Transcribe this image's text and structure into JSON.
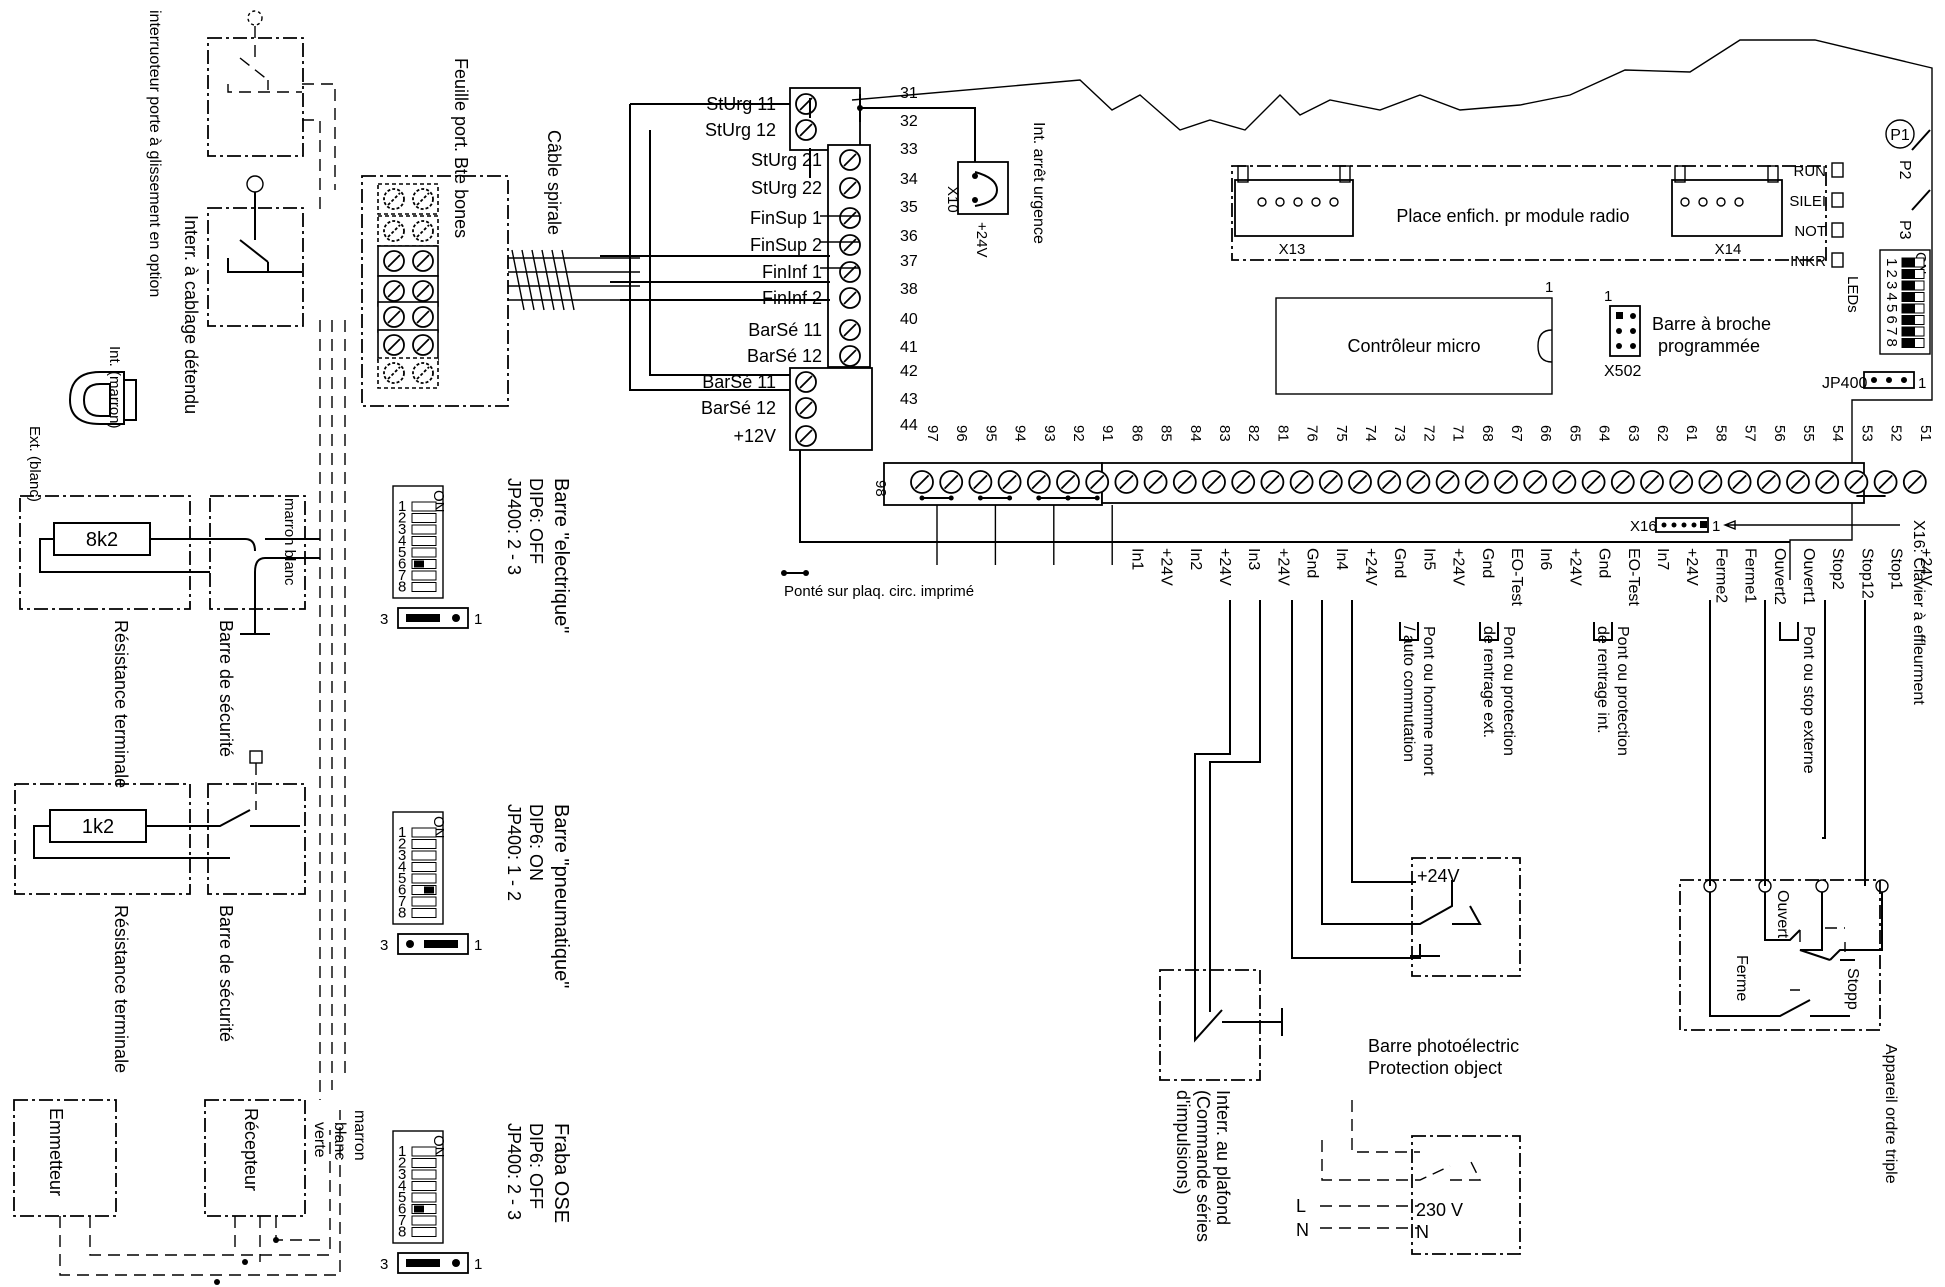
{
  "options": {
    "slide_switch": "interruoteur porte à glissement en option",
    "feuille_port": "Feuille port. Bte bones",
    "cable_spirale": "Câble spirale",
    "interr_cablage": "Interr. à cablage détendu",
    "int_marron": "Int. (marron)",
    "ext_blanc": "Ext. (blanc)"
  },
  "left_resistors": {
    "r1": "8k2",
    "r2": "1k2",
    "terminal_label": "Résistance terminale",
    "safety_label": "Barre de sécurité",
    "marron_blanc": "marron blanc"
  },
  "emitter": {
    "emmetteur": "Emmetteur",
    "recepteur": "Récepteur",
    "wires": [
      "marron",
      "blanc",
      "verte"
    ]
  },
  "modes": [
    {
      "title": "Barre \"electrique\"",
      "dip": "DIP6:  OFF",
      "jp": "JP400: 2 - 3"
    },
    {
      "title": "Barre \"pneumatique\"",
      "dip": "DIP6:  ON",
      "jp": "JP400:  1 - 2"
    },
    {
      "title": "Fraba OSE",
      "dip": "DIP6:  OFF",
      "jp": "JP400:  2 - 3"
    }
  ],
  "dip_labels": {
    "on": "ON",
    "nums": "1 2 3 4 5 6 7 8",
    "jp1": "1",
    "jp3": "3"
  },
  "terminals_top": [
    {
      "label": "StUrg 11",
      "num": "31"
    },
    {
      "label": "StUrg 12",
      "num": "32"
    },
    {
      "label": "StUrg 21",
      "num": "33"
    },
    {
      "label": "StUrg 22",
      "num": "34"
    },
    {
      "label": "FinSup 1",
      "num": "35"
    },
    {
      "label": "FinSup 2",
      "num": "36"
    },
    {
      "label": "FinInf 1",
      "num": "37"
    },
    {
      "label": "FinInf 2",
      "num": "38"
    },
    {
      "label": "BarSé 11",
      "num": "40"
    },
    {
      "label": "BarSé 12",
      "num": "41"
    },
    {
      "label": "BarSé 11",
      "num": "42"
    },
    {
      "label": "BarSé 12",
      "num": "43"
    },
    {
      "label": "+12V",
      "num": "44"
    }
  ],
  "board": {
    "x10": "X10",
    "x10_v": "+24V",
    "int_urg": "Int. arrêt urgence",
    "radio": "Place enfich. pr module radio",
    "x13": "X13",
    "x14": "X14",
    "leds": [
      "RUN",
      "SILEI",
      "NOT",
      "INKR"
    ],
    "leds_title": "LEDs",
    "p1": "P1",
    "p2": "P2",
    "p3": "P3",
    "micro": "Contrôleur micro",
    "micro_pin": "1",
    "barre": "Barre à broche",
    "programmee": "programmée",
    "x502": "X502",
    "x502_pin": "1",
    "jp400": "JP400",
    "jp400_pin": "1",
    "x16": "X16",
    "x16_pin": "1",
    "x16_desc": "X16: Clavier à effleurment",
    "ponte": "Ponté sur plaq. circ. imprimé",
    "dip_on": "ON",
    "dip_nums": "1 2 3 4 5 6 7 8"
  },
  "bottom_terminals": [
    {
      "num": "98",
      "label": ""
    },
    {
      "num": "97",
      "label": ""
    },
    {
      "num": "96",
      "label": ""
    },
    {
      "num": "95",
      "label": ""
    },
    {
      "num": "94",
      "label": ""
    },
    {
      "num": "93",
      "label": ""
    },
    {
      "num": "92",
      "label": ""
    },
    {
      "num": "91",
      "label": ""
    },
    {
      "num": "86",
      "label": "In1"
    },
    {
      "num": "85",
      "label": "+24V"
    },
    {
      "num": "84",
      "label": "In2"
    },
    {
      "num": "83",
      "label": "+24V"
    },
    {
      "num": "82",
      "label": "In3"
    },
    {
      "num": "81",
      "label": "+24V"
    },
    {
      "num": "76",
      "label": "Gnd"
    },
    {
      "num": "75",
      "label": "In4"
    },
    {
      "num": "74",
      "label": "+24V"
    },
    {
      "num": "73",
      "label": "Gnd"
    },
    {
      "num": "72",
      "label": "In5"
    },
    {
      "num": "71",
      "label": "+24V"
    },
    {
      "num": "68",
      "label": "Gnd"
    },
    {
      "num": "67",
      "label": "EO-Test"
    },
    {
      "num": "66",
      "label": "In6"
    },
    {
      "num": "65",
      "label": "+24V"
    },
    {
      "num": "64",
      "label": "Gnd"
    },
    {
      "num": "63",
      "label": "EO-Test"
    },
    {
      "num": "62",
      "label": "In7"
    },
    {
      "num": "61",
      "label": "+24V"
    },
    {
      "num": "58",
      "label": "Ferme2"
    },
    {
      "num": "57",
      "label": "Ferme1"
    },
    {
      "num": "56",
      "label": "Ouvert2"
    },
    {
      "num": "55",
      "label": "Ouvert1"
    },
    {
      "num": "54",
      "label": "Stop2"
    },
    {
      "num": "53",
      "label": "Stop12"
    },
    {
      "num": "52",
      "label": "Stop1"
    },
    {
      "num": "51",
      "label": "+24V"
    }
  ],
  "bridges": [
    {
      "l1": "Pont ou homme mort",
      "l2": "/ auto commutation"
    },
    {
      "l1": "Pont ou protection",
      "l2": "de rentrage ext."
    },
    {
      "l1": "Pont ou protection",
      "l2": "de rentrage int."
    },
    {
      "l1": "Pont ou stop externe",
      "l2": ""
    }
  ],
  "lower": {
    "plus24": "+24V",
    "photo1": "Barre photoélectric",
    "photo2": "Protection object",
    "v230": "230 V",
    "n": "N",
    "L": "L",
    "Nl": "N",
    "ceiling1": "Interr. au plafond",
    "ceiling2": "(Commande séries",
    "ceiling3": "d'impulsions)",
    "ouvert": "Ouvert",
    "ferme": "Ferme",
    "stopp": "Stopp",
    "appareil": "Appareil ordre triple"
  }
}
